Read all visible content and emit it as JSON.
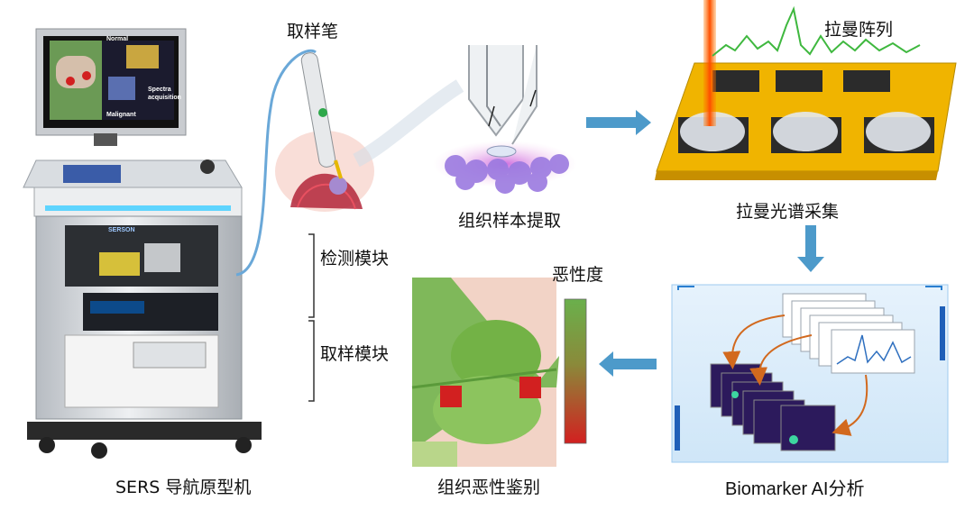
{
  "labels": {
    "sampling_pen": "取样笔",
    "raman_array": "拉曼阵列",
    "tissue_extraction": "组织样本提取",
    "raman_acquisition": "拉曼光谱采集",
    "detection_module": "检测模块",
    "sampling_module": "取样模块",
    "malignancy": "恶性度",
    "prototype": "SERS 导航原型机",
    "tissue_identification": "组织恶性鉴别",
    "ai_analysis": "Biomarker AI分析"
  },
  "monitor": {
    "normal": "Normal",
    "malignant": "Malignant",
    "spectra": "Spectra",
    "acquisition": "acquisition"
  },
  "device_badge": "SERSON",
  "colors": {
    "arrow": "#3a8fc4",
    "gold": "#f0b400",
    "normal_green": "#6ab04c",
    "malignant_red": "#d22020",
    "heatmap_purple": "#2c1a5c"
  }
}
